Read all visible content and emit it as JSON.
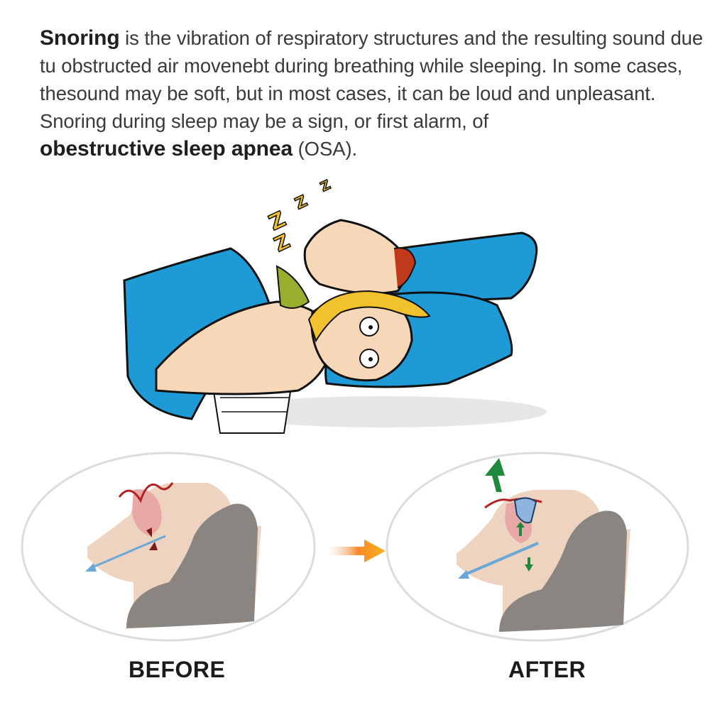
{
  "intro": {
    "term": "Snoring",
    "sentence1": " is the vibration of respiratory structures and the resulting sound due tu obstructed air movenebt during breathing while sleeping.",
    "sentence2": " In some cases, thesound may be soft, but in most cases, it can be loud and unpleasant. Snoring during sleep may be a sign, or first alarm, of ",
    "condition": "obestructive sleep apnea",
    "abbrev": " (OSA)."
  },
  "illustration": {
    "snore_symbols": [
      "Z",
      "Z",
      "Z",
      "Z"
    ],
    "colors": {
      "pillow": "#1e9ad6",
      "hair_woman": "#f2c12e",
      "hair_man": "#c0391b",
      "skin": "#f6d7b8",
      "sheet": "#ffffff",
      "scarf": "#9aad2e",
      "floor_shadow": "#e6e6e6"
    }
  },
  "comparison": {
    "before_label": "BEFORE",
    "after_label": "AFTER",
    "arrow_colors": {
      "start": "#fde0cf",
      "end": "#f8a21a"
    },
    "head_colors": {
      "skin": "#eed3c0",
      "hair": "#8a8580",
      "airway": "#cfe3f2",
      "tissue": "#e8a8a6",
      "obstruction": "#b22222",
      "device": "#8fb4de",
      "green_arrow": "#1f8a3c",
      "blue_arrow": "#6aa8d8"
    }
  }
}
